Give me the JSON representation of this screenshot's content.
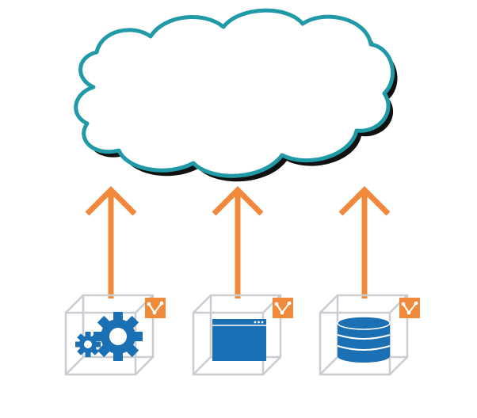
{
  "colors": {
    "cloud_outline": "#1f9aa6",
    "cloud_shadow": "#111111",
    "cloud_fill": "#ffffff",
    "arrow": "#f08a3a",
    "cube_edge": "#c9ccd1",
    "badge": "#f08a3a",
    "icon_blue": "#1b6fb3"
  },
  "diagram": {
    "cloud": {
      "icon": "cloud-shape"
    },
    "arrows": [
      {
        "direction": "up"
      },
      {
        "direction": "up"
      },
      {
        "direction": "up"
      }
    ],
    "nodes": [
      {
        "icon": "gears-icon",
        "badge_icon": "connection-badge-icon"
      },
      {
        "icon": "app-window-icon",
        "badge_icon": "connection-badge-icon"
      },
      {
        "icon": "database-icon",
        "badge_icon": "connection-badge-icon"
      }
    ]
  }
}
